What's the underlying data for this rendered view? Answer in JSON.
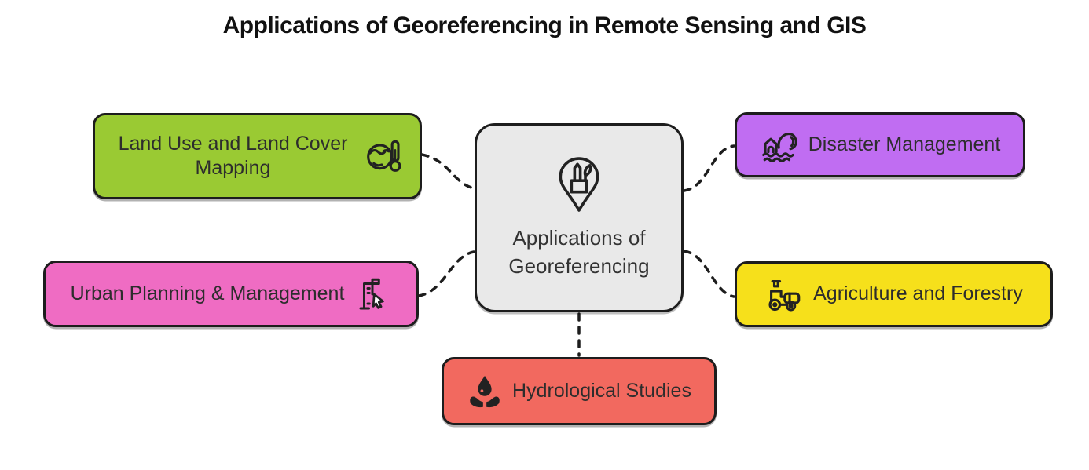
{
  "title": "Applications of Georeferencing in Remote Sensing and GIS",
  "center": {
    "label": "Applications of Georeferencing",
    "icon": "map-pin-tools-icon",
    "bg": "#e9e9e9"
  },
  "nodes": [
    {
      "id": "land-use-land-cover-mapping",
      "label": "Land Use and Land Cover Mapping",
      "icon": "globe-thermometer-icon",
      "bg": "#9aca33",
      "icon_side": "right"
    },
    {
      "id": "urban-planning-management",
      "label": "Urban Planning & Management",
      "icon": "building-cursor-icon",
      "bg": "#ef6cc3",
      "icon_side": "right"
    },
    {
      "id": "disaster-management",
      "label": "Disaster Management",
      "icon": "tsunami-house-icon",
      "bg": "#c06df2",
      "icon_side": "left"
    },
    {
      "id": "agriculture-and-forestry",
      "label": "Agriculture and Forestry",
      "icon": "tractor-icon",
      "bg": "#f6e01b",
      "icon_side": "left"
    },
    {
      "id": "hydrological-studies",
      "label": "Hydrological Studies",
      "icon": "hands-water-drop-icon",
      "bg": "#f2695f",
      "icon_side": "left"
    }
  ],
  "colors": {
    "background": "#ffffff",
    "line": "#1d1d1d",
    "border": "#1d1d1d",
    "text": "#2d2d2d",
    "title_text": "#111111"
  }
}
